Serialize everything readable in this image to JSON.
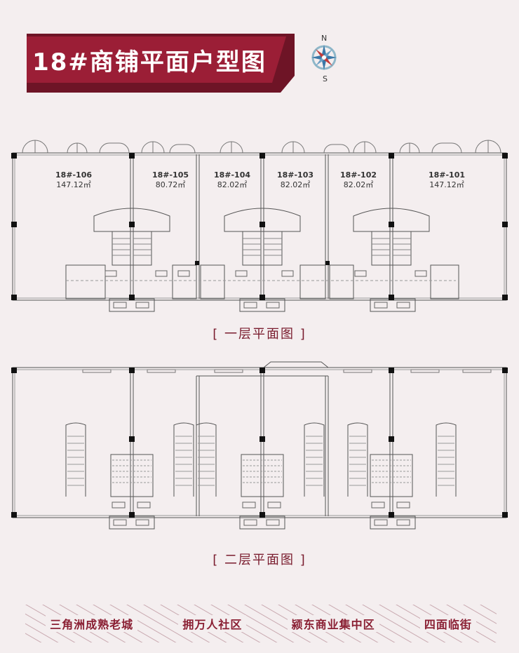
{
  "title": "18#商铺平面户型图",
  "compass": {
    "north": "N",
    "south": "S"
  },
  "floor1": {
    "caption": "[ 一层平面图 ]",
    "units": [
      {
        "id": "18#-106",
        "area": "147.12㎡"
      },
      {
        "id": "18#-105",
        "area": "80.72㎡"
      },
      {
        "id": "18#-104",
        "area": "82.02㎡"
      },
      {
        "id": "18#-103",
        "area": "82.02㎡"
      },
      {
        "id": "18#-102",
        "area": "82.02㎡"
      },
      {
        "id": "18#-101",
        "area": "147.12㎡"
      }
    ]
  },
  "floor2": {
    "caption": "[ 二层平面图 ]"
  },
  "footer": {
    "items": [
      "三角洲成熟老城",
      "拥万人社区",
      "颍东商业集中区",
      "四面临街"
    ]
  },
  "colors": {
    "brand": "#9b1e36",
    "brand_dark": "#6e1426",
    "background": "#f4eeef"
  }
}
